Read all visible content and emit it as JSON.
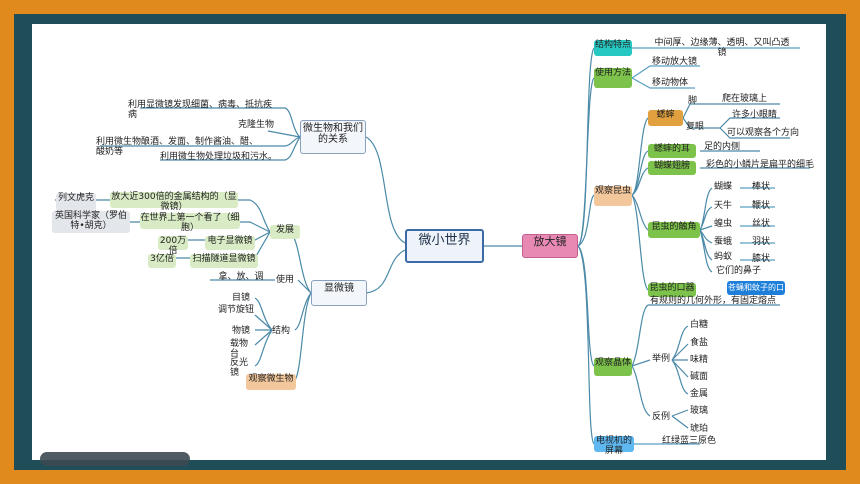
{
  "mindmap": {
    "root": "微小世界",
    "right": {
      "label": "放大镜",
      "structure": {
        "label": "结构特点",
        "text": "中间厚、边缘薄、透明、又叫凸透镜"
      },
      "usage": {
        "label": "使用方法",
        "items": [
          "移动放大镜",
          "移动物体"
        ]
      },
      "insects": {
        "label": "观察昆虫",
        "legs": {
          "label": "蟋蟀",
          "a": "脚",
          "a_text": "爬在玻璃上",
          "b": "复眼",
          "b_text1": "许多小眼睛",
          "b_text2": "可以观察各个方向"
        },
        "cricket": {
          "label": "蟋蟀的耳",
          "text": "足的内侧"
        },
        "butterfly": {
          "label": "蝴蝶翅膀",
          "text": "彩色的小鳞片是扁平的细毛"
        },
        "mouth": {
          "label": "昆虫的触角",
          "pairs": [
            {
              "a": "蝴蝶",
              "b": "棒状"
            },
            {
              "a": "天牛",
              "b": "鞭状"
            },
            {
              "a": "蝗虫",
              "b": "丝状"
            },
            {
              "a": "蚕蛾",
              "b": "羽状"
            },
            {
              "a": "蚂蚁",
              "b": "膝状"
            }
          ],
          "note": "它们的鼻子"
        },
        "compound": {
          "label": "昆虫的口器",
          "text": "苍蝇和蚊子的口器"
        }
      },
      "crystals": {
        "label": "观察晶体",
        "desc": "有规则的几何外形，有固定熔点",
        "examples_label": "举例",
        "examples": [
          "白糖",
          "食盐",
          "味精",
          "碱面",
          "金属"
        ],
        "counter_label": "反例",
        "counter": [
          "玻璃",
          "琥珀"
        ]
      },
      "tv": {
        "label": "电视机的屏幕",
        "text": "红绿蓝三原色"
      }
    },
    "left_top": {
      "label": "微生物和我们的关系",
      "items": [
        "利用显微镜发现细菌、病毒、抵抗疾病",
        "克隆生物",
        "利用微生物酿酒、发面、制作酱油、醋、酸奶等",
        "利用微生物处理垃圾和污水。"
      ]
    },
    "left_bottom": {
      "label": "显微镜",
      "development": {
        "label": "发展",
        "leeuwenhoek_name": "列文虎克",
        "leeuwenhoek_text": "放大近300倍的金属结构的（显微镜）",
        "hooke_name": "英国科学家（罗伯特•胡克）",
        "hooke_text": "在世界上第一个看了（细胞）",
        "m1a": "200万倍",
        "m1b": "电子显微镜",
        "m2a": "3亿倍",
        "m2b": "扫描隧道显微镜"
      },
      "use": {
        "label": "使用",
        "text": "拿、放、调"
      },
      "structure": {
        "label": "结构",
        "items": [
          "目镜",
          "调节旋钮",
          "物镜",
          "载物台",
          "反光镜"
        ]
      },
      "observe": {
        "label": "观察微生物"
      }
    }
  }
}
